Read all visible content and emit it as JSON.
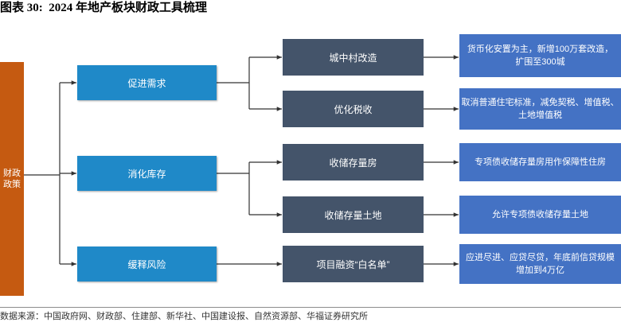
{
  "title": "图表 30:  2024 年地产板块财政工具梳理",
  "root": {
    "lines": [
      "财政",
      "政策"
    ]
  },
  "branches": [
    {
      "label": "促进需求",
      "items": [
        {
          "label": "城中村改造",
          "detail": [
            "货币化安置为主，新增100万套改造，",
            "扩围至300城"
          ]
        },
        {
          "label": "优化税收",
          "detail": [
            "取消普通住宅标准，减免契税、增值税、",
            "土地增值税"
          ]
        }
      ]
    },
    {
      "label": "消化库存",
      "items": [
        {
          "label": "收储存量房",
          "detail": [
            "专项债收储存量房用作保障性住房"
          ]
        },
        {
          "label": "收储存量土地",
          "detail": [
            "允许专项债收储存量土地"
          ]
        }
      ]
    },
    {
      "label": "缓释风险",
      "items": [
        {
          "label": "项目融资“白名单”",
          "detail": [
            "应进尽进、应贷尽贷，年底前信贷规模",
            "增加到4万亿"
          ]
        }
      ]
    }
  ],
  "source": "数据来源：中国政府网、财政部、住建部、新华社、中国建设报、自然资源部、华福证券研究所",
  "colors": {
    "root": "#C55A11",
    "branch": "#1F89C8",
    "tool": "#44546A",
    "detail": "#4472C4",
    "connector": "#333333"
  }
}
